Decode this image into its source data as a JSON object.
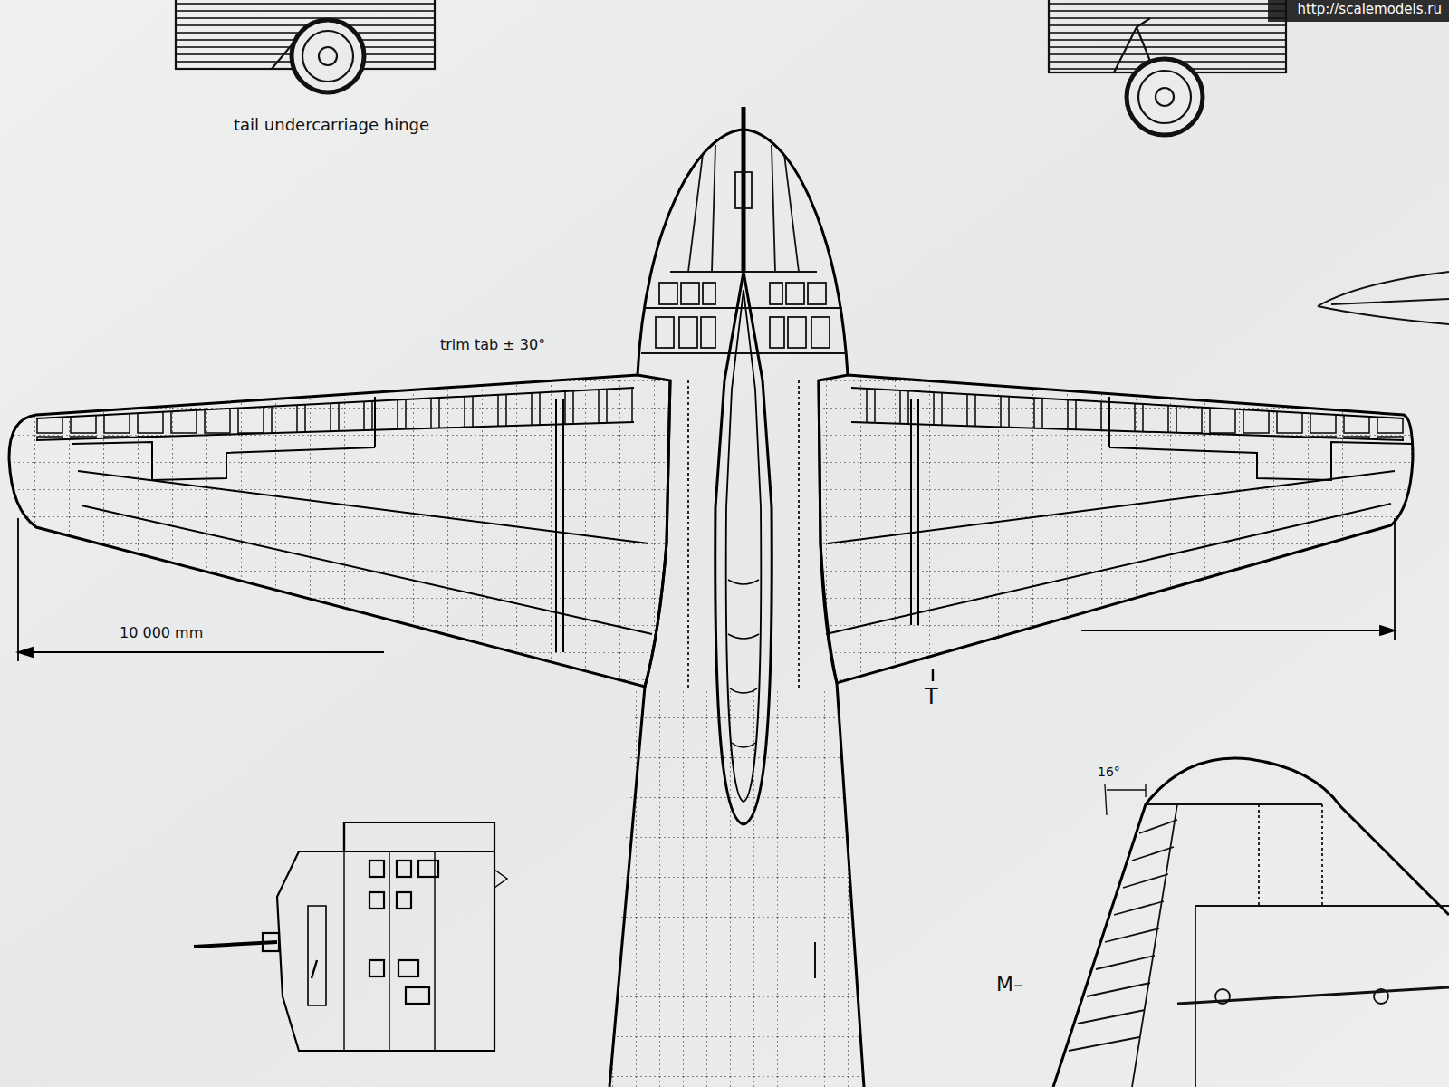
{
  "diagram": {
    "labels": [
      "http://scalemodels.ru",
      "tail undercarriage hinge",
      "trim tab ± 30°",
      "10 000 mm",
      "T",
      "16°",
      "M–"
    ]
  }
}
